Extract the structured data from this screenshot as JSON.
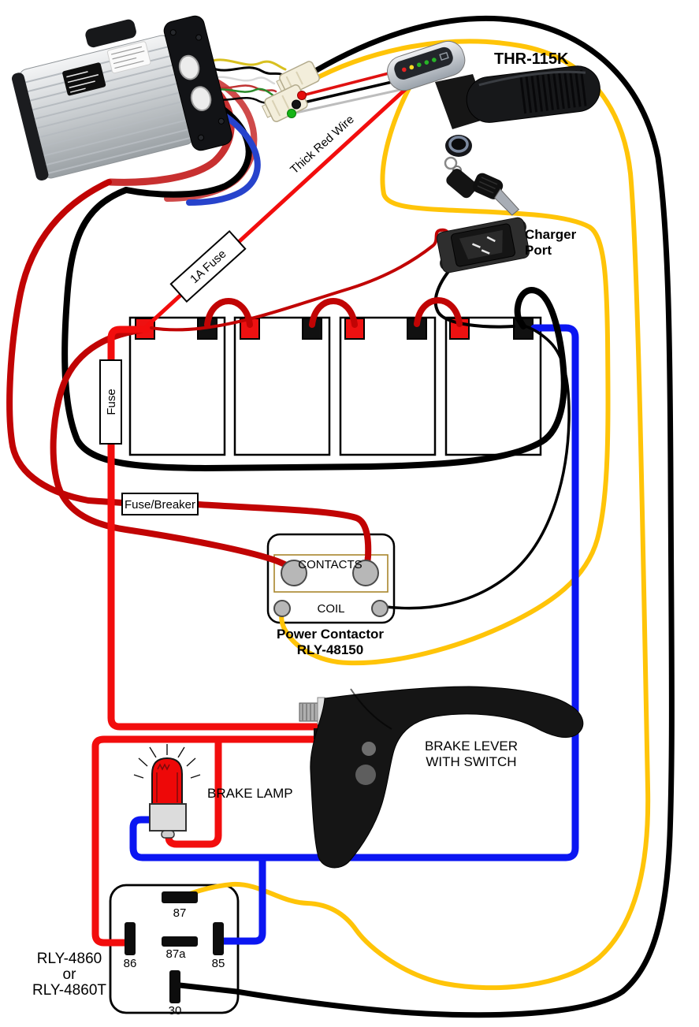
{
  "colors": {
    "wire_red": "#f20d0d",
    "wire_dark_red": "#c10404",
    "wire_blue": "#0b16f2",
    "wire_yellow": "#ffc408",
    "wire_black": "#000000",
    "wire_salmon": "#cf4a4a",
    "wire_gray": "#bdbdbd",
    "terminal_red": "#ee1111",
    "terminal_black": "#111111",
    "contactor_line": "#a9852c",
    "lamp_red": "#ee0808",
    "connector_cream": "#f3eedb"
  },
  "labels": {
    "throttle_model": "THR-115K",
    "thick_red_wire": "Thick Red Wire",
    "fuse_1a": "1A Fuse",
    "fuse": "Fuse",
    "fuse_breaker": "Fuse/Breaker",
    "charger_line1": "Charger",
    "charger_line2": "Port",
    "contacts": "CONTACTS",
    "coil": "COIL",
    "contactor_line1": "Power Contactor",
    "contactor_line2": "RLY-48150",
    "brake_lever_line1": "BRAKE LEVER",
    "brake_lever_line2": "WITH SWITCH",
    "brake_lamp": "BRAKE LAMP",
    "relay_line1": "RLY-4860",
    "relay_line2": "or",
    "relay_line3": "RLY-4860T",
    "relay_pin_87": "87",
    "relay_pin_87a": "87a",
    "relay_pin_86": "86",
    "relay_pin_85": "85",
    "relay_pin_30": "30"
  }
}
